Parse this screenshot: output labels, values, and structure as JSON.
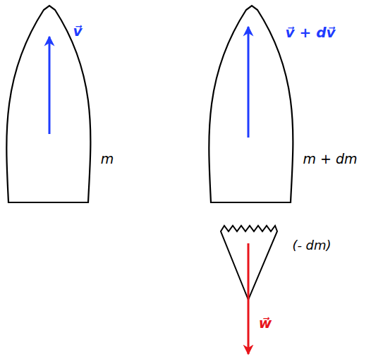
{
  "diagram": {
    "labels": [
      "v⃗",
      "m",
      "v⃗ + dv⃗",
      "m + dm",
      "(- dm)",
      "w⃗"
    ]
  }
}
